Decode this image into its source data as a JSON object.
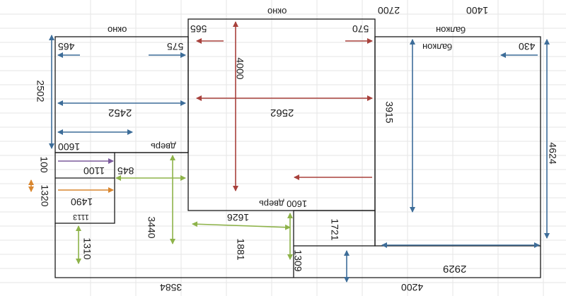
{
  "colors": {
    "wall": "#1a1a1a",
    "blue": "#3d6d99",
    "red": "#a8413c",
    "green": "#8eb34a",
    "purple": "#7b5a9c",
    "orange": "#d9862f"
  },
  "top_dims": {
    "d2700": "2700",
    "d1400": "1400"
  },
  "words": {
    "window_left": "окно",
    "window_center": "окно",
    "balcony_top": "балкон",
    "balcony_inner": "балкон",
    "door_left": "дверь",
    "door_center": "1600 дверь"
  },
  "dims": {
    "d465": "465",
    "d575": "575",
    "d565": "565",
    "d570": "570",
    "d430": "430",
    "d2502": "2502",
    "d4000": "4000",
    "d2452": "2452",
    "d2562": "2562",
    "d3915": "3915",
    "d4624": "4624",
    "d1600": "1600",
    "d1100": "1100",
    "d845": "845",
    "d100": "100",
    "d1320": "1320",
    "d1490": "1490",
    "d1113": "1113",
    "d3440": "3440",
    "d1626": "1626",
    "d1721": "1721",
    "d1310": "1310",
    "d1881": "1881",
    "d1309": "1309",
    "d2929": "2929",
    "d3584": "3584",
    "d4200": "4200"
  }
}
